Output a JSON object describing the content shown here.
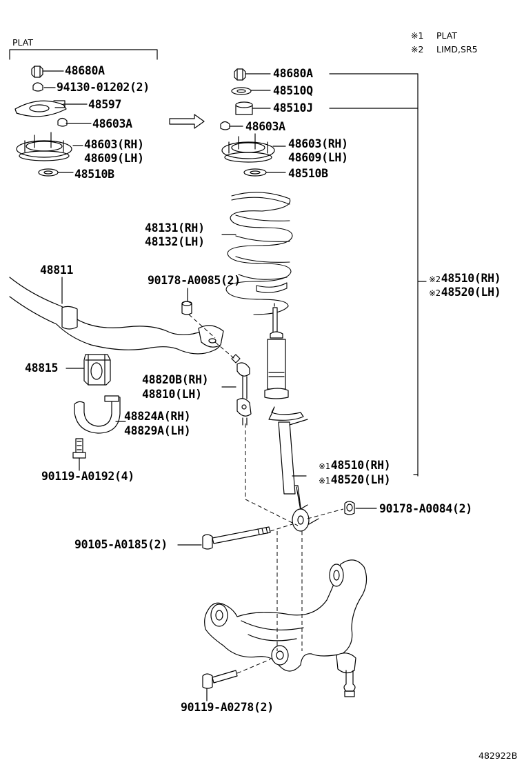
{
  "legend": {
    "note1_mark": "※1",
    "note1_text": "PLAT",
    "note2_mark": "※2",
    "note2_text": "LIMD,SR5"
  },
  "plat_group": {
    "title": "PLAT"
  },
  "labels": {
    "nut_48680a_left": "48680A",
    "nut_94130": "94130-01202(2)",
    "seat_48597": "48597",
    "nut_48603a_left": "48603A",
    "support_rh_left": "48603(RH)",
    "support_lh_left": "48609(LH)",
    "insulator_48510b_left": "48510B",
    "nut_48680a_right": "48680A",
    "retainer_48510q": "48510Q",
    "cushion_48510j": "48510J",
    "nut_48603a_right": "48603A",
    "support_rh_right": "48603(RH)",
    "support_lh_right": "48609(LH)",
    "insulator_48510b_right": "48510B",
    "spring_rh": "48131(RH)",
    "spring_lh": "48132(LH)",
    "stabilizer_bar": "48811",
    "nut_90178_0085": "90178-A0085(2)",
    "bushing_48815": "48815",
    "link_rh": "48820B(RH)",
    "link_lh": "48810(LH)",
    "bracket_rh": "48824A(RH)",
    "bracket_lh": "48829A(LH)",
    "bolt_90119_0192": "90119-A0192(4)",
    "absorber2_rh_mark": "※2",
    "absorber2_rh": "48510(RH)",
    "absorber2_lh_mark": "※2",
    "absorber2_lh": "48520(LH)",
    "absorber1_rh_mark": "※1",
    "absorber1_rh": "48510(RH)",
    "absorber1_lh_mark": "※1",
    "absorber1_lh": "48520(LH)",
    "nut_90178_0084": "90178-A0084(2)",
    "bolt_90105_0185": "90105-A0185(2)",
    "bolt_90119_0278": "90119-A0278(2)"
  },
  "illustration_id": "482922B"
}
